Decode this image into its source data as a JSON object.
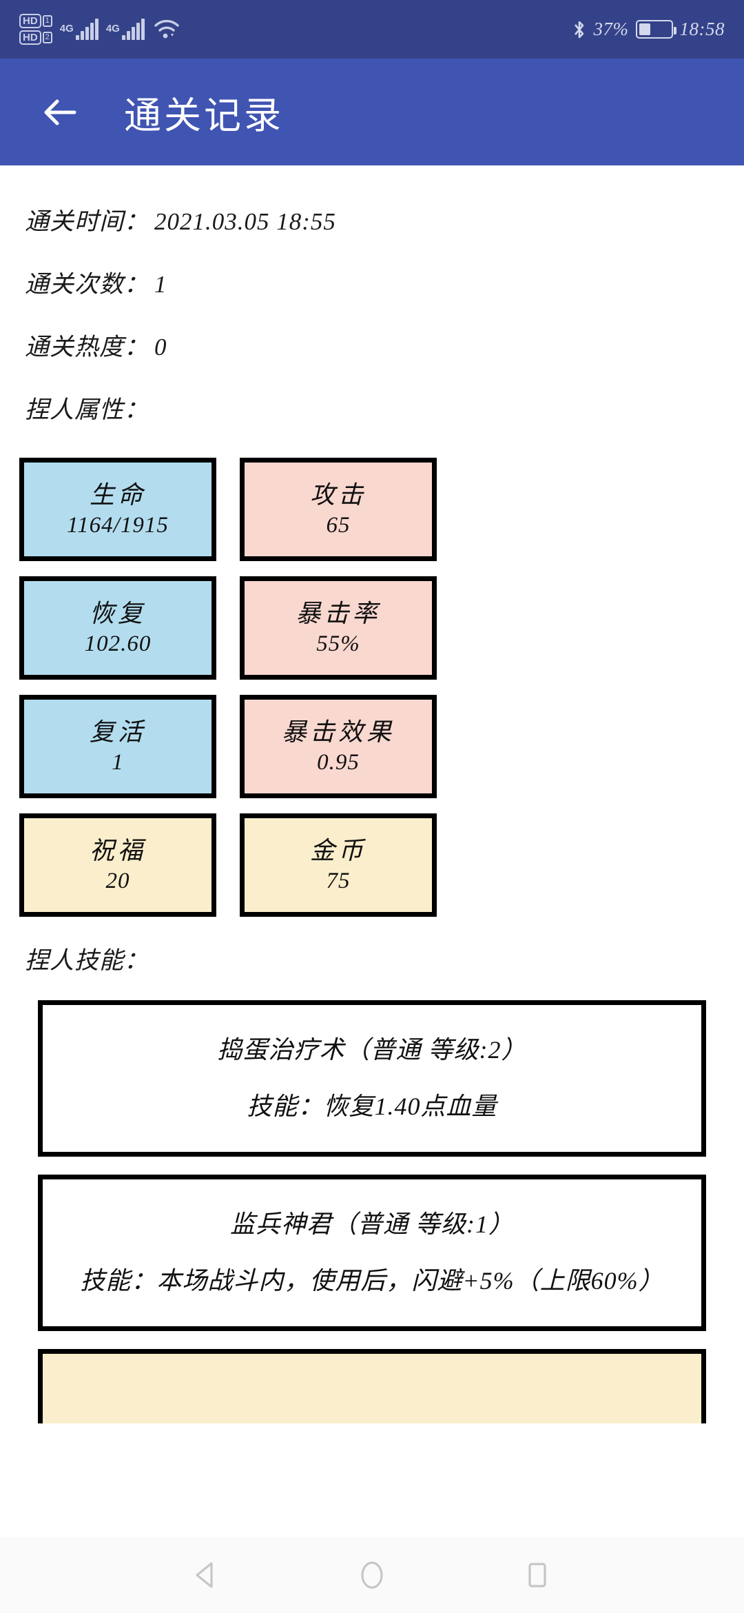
{
  "statusbar": {
    "hd1_label": "HD",
    "hd1_sim": "1",
    "hd2_label": "HD",
    "hd2_sim": "2",
    "net1": "4G",
    "net2": "4G",
    "wifi_icon": "wifi-icon",
    "bluetooth_icon": "bluetooth-icon",
    "battery_percent": "37%",
    "battery_icon": "battery-icon",
    "time": "18:58"
  },
  "appbar": {
    "back_icon": "arrow-left-icon",
    "title": "通关记录"
  },
  "info": [
    {
      "label": "通关时间：",
      "value": "2021.03.05 18:55"
    },
    {
      "label": "通关次数：",
      "value": "1"
    },
    {
      "label": "通关热度：",
      "value": "0"
    }
  ],
  "sections": {
    "attributes_label": "捏人属性：",
    "skills_label": "捏人技能："
  },
  "stats": [
    {
      "name": "生命",
      "value": "1164/1915",
      "color": "blue"
    },
    {
      "name": "攻击",
      "value": "65",
      "color": "pink"
    },
    {
      "name": "恢复",
      "value": "102.60",
      "color": "blue"
    },
    {
      "name": "暴击率",
      "value": "55%",
      "color": "pink"
    },
    {
      "name": "复活",
      "value": "1",
      "color": "blue"
    },
    {
      "name": "暴击效果",
      "value": "0.95",
      "color": "pink"
    },
    {
      "name": "祝福",
      "value": "20",
      "color": "cream"
    },
    {
      "name": "金币",
      "value": "75",
      "color": "cream"
    }
  ],
  "skills": [
    {
      "title": "捣蛋治疗术（普通 等级:2）",
      "desc": "技能：恢复1.40点血量"
    },
    {
      "title": "监兵神君（普通 等级:1）",
      "desc": "技能：本场战斗内，使用后，闪避+5%（上限60%）"
    }
  ],
  "colors": {
    "statusbar_bg": "#344289",
    "appbar_bg": "#4054b2",
    "card_blue": "#b3ddef",
    "card_pink": "#f9d8d0",
    "card_cream": "#fbeecc",
    "card_border": "#000000"
  },
  "navbar": {
    "back_icon": "nav-back-triangle-icon",
    "home_icon": "nav-home-circle-icon",
    "recents_icon": "nav-recents-square-icon"
  }
}
